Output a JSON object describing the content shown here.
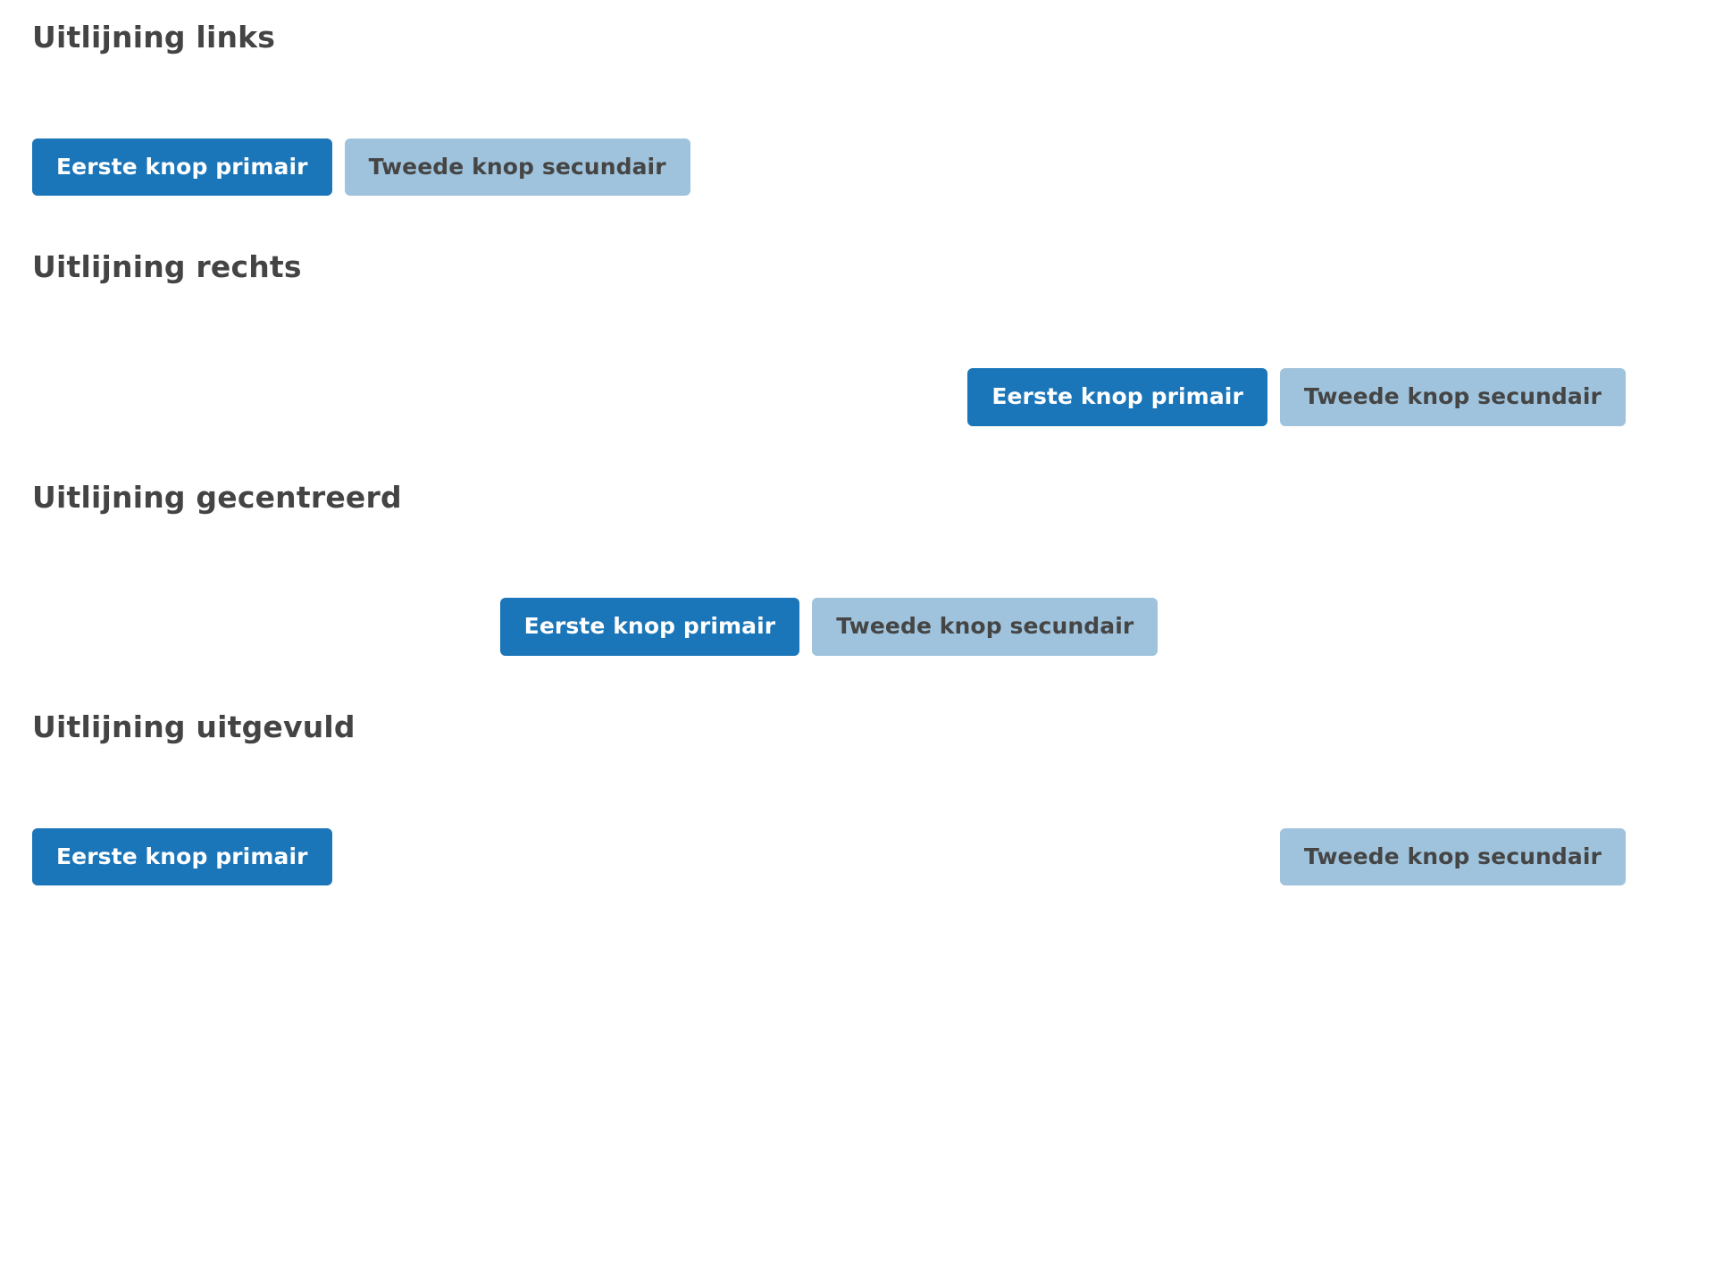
{
  "theme": {
    "background": "#ffffff",
    "heading_color": "#444444",
    "primary_bg": "#1b76b9",
    "primary_text": "#ffffff",
    "secondary_bg": "#9fc3dc",
    "secondary_text": "#454545"
  },
  "buttons": {
    "primary_label": "Eerste knop primair",
    "secondary_label": "Tweede knop secundair"
  },
  "sections": [
    {
      "title": "Uitlijning links",
      "alignment": "links",
      "primary_label": "Eerste knop primair",
      "secondary_label": "Tweede knop secundair"
    },
    {
      "title": "Uitlijning rechts",
      "alignment": "rechts",
      "primary_label": "Eerste knop primair",
      "secondary_label": "Tweede knop secundair"
    },
    {
      "title": "Uitlijning gecentreerd",
      "alignment": "gecentreerd",
      "primary_label": "Eerste knop primair",
      "secondary_label": "Tweede knop secundair"
    },
    {
      "title": "Uitlijning uitgevuld",
      "alignment": "uitgevuld",
      "primary_label": "Eerste knop primair",
      "secondary_label": "Tweede knop secundair"
    }
  ]
}
